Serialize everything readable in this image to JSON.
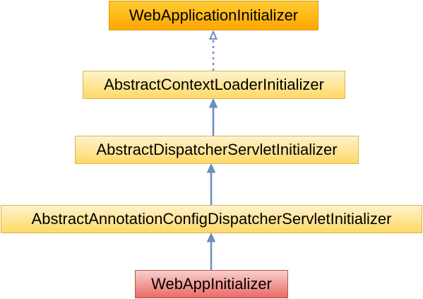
{
  "diagram": {
    "nodes": [
      {
        "id": "n1",
        "label": "WebApplicationInitializer",
        "style": "interface"
      },
      {
        "id": "n2",
        "label": "AbstractContextLoaderInitializer",
        "style": "abstract"
      },
      {
        "id": "n3",
        "label": "AbstractDispatcherServletInitializer",
        "style": "abstract"
      },
      {
        "id": "n4",
        "label": "AbstractAnnotationConfigDispatcherServletInitializer",
        "style": "abstract"
      },
      {
        "id": "n5",
        "label": "WebAppInitializer",
        "style": "concrete"
      }
    ],
    "edges": [
      {
        "from": "n2",
        "to": "n1",
        "type": "realization"
      },
      {
        "from": "n3",
        "to": "n2",
        "type": "inheritance"
      },
      {
        "from": "n4",
        "to": "n3",
        "type": "inheritance"
      },
      {
        "from": "n5",
        "to": "n4",
        "type": "inheritance"
      }
    ],
    "colors": {
      "interface_fill": "#ffa500",
      "abstract_fill": "#ffd966",
      "concrete_fill": "#ea6b66",
      "edge": "#6c8ebf"
    }
  }
}
